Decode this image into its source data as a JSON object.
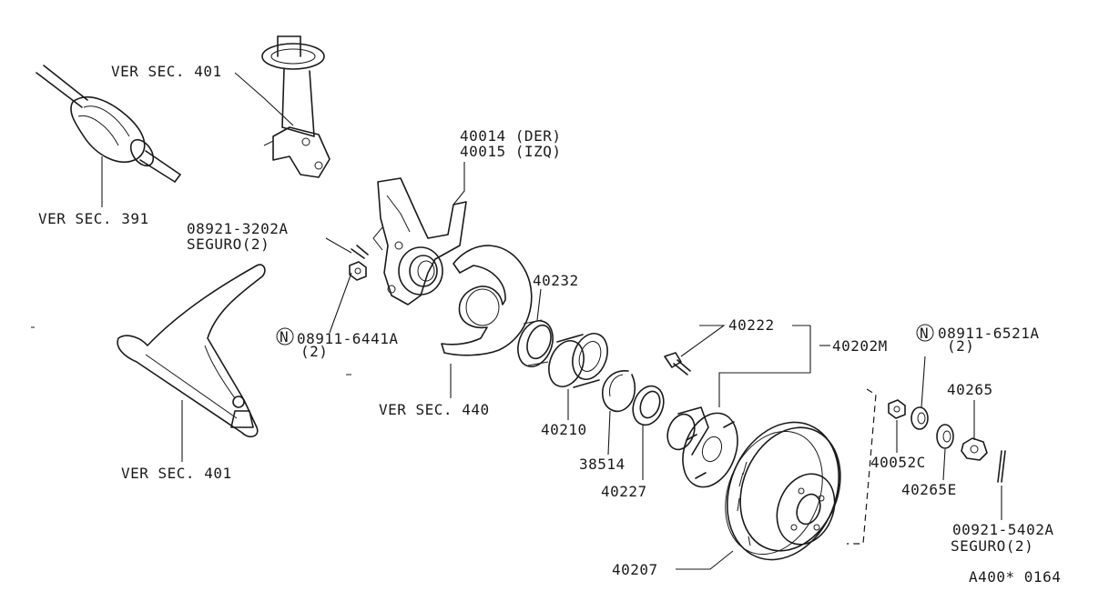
{
  "labels": {
    "ver_sec_401_top": "VER SEC. 401",
    "ver_sec_391": "VER SEC. 391",
    "knuckle_der": "40014 (DER)",
    "knuckle_izq": "40015 (IZQ)",
    "cotter_top_part": "08921-3202A",
    "cotter_top_desc": "SEGURO(2)",
    "nut_left_part": "08911-6441A",
    "nut_left_qty": "(2)",
    "seal_outer": "40232",
    "ver_sec_440": "VER SEC. 440",
    "bearing": "40210",
    "snap_ring": "38514",
    "seal_inner": "40227",
    "ver_sec_401_bottom": "VER SEC. 401",
    "hub_bolt": "40222",
    "hub_assy": "40202M",
    "nut_right_part": "08911-6521A",
    "nut_right_qty": "(2)",
    "washer_nut": "40265",
    "adjusting_cap": "40052C",
    "washer": "40265E",
    "rotor": "40207",
    "cotter_bottom_part": "00921-5402A",
    "cotter_bottom_desc": "SEGURO(2)",
    "drawing_code": "A400* 0164",
    "n_mark": "N"
  },
  "icons": [
    "drive-shaft",
    "strut",
    "knuckle",
    "dust-shield",
    "seal",
    "bearing",
    "snap-ring",
    "hub",
    "brake-rotor",
    "lower-arm",
    "nut",
    "washer",
    "cotter-pin"
  ]
}
